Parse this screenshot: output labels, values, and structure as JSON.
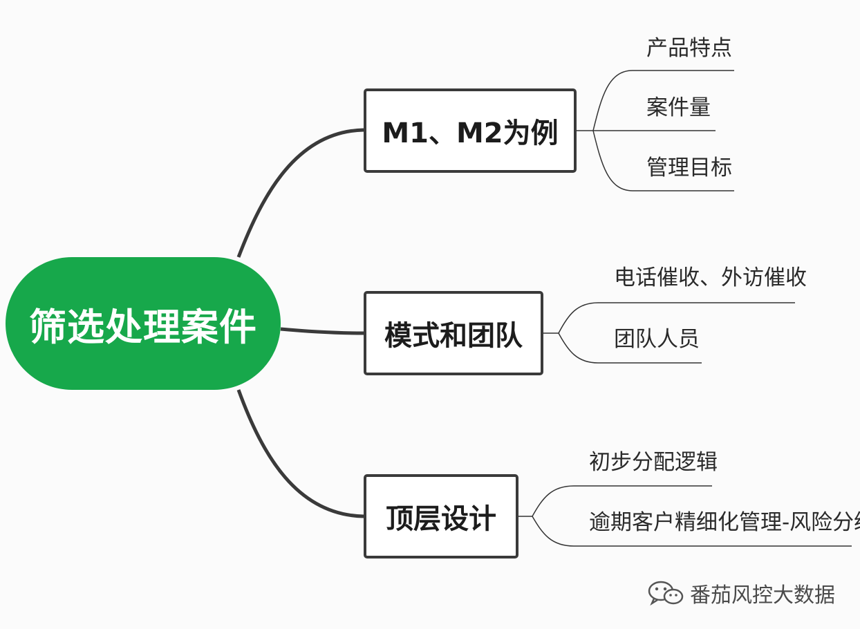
{
  "root": {
    "label": "筛选处理案件",
    "color": "#17a84b"
  },
  "branches": [
    {
      "label": "M1、M2为例",
      "children": [
        "产品特点",
        "案件量",
        "管理目标"
      ]
    },
    {
      "label": "模式和团队",
      "children": [
        "电话催收、外访催收",
        "团队人员"
      ]
    },
    {
      "label": "顶层设计",
      "children": [
        "初步分配逻辑",
        "逾期客户精细化管理-风险分级"
      ]
    }
  ],
  "watermark": {
    "text": "番茄风控大数据",
    "icon": "wechat-icon"
  }
}
